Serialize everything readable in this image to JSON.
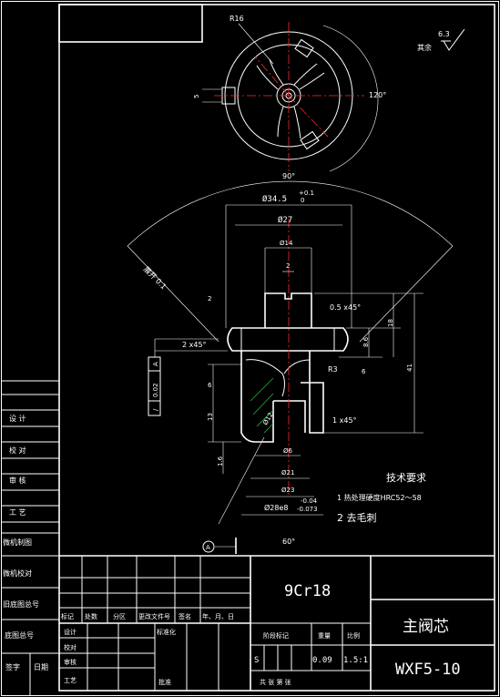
{
  "surface_roughness": {
    "value": "6.3",
    "prefix": "其余"
  },
  "top_view": {
    "radius_label": "R16",
    "dim_5": "5",
    "angle_label": "120°",
    "angle_90": "90°"
  },
  "section": {
    "dia_34": "Ø34.5",
    "dia_34_tol_up": "+0.1",
    "dia_34_tol_low": "0",
    "dia_27": "Ø27",
    "dia_14": "Ø14",
    "dim_2": "2",
    "dim_2b": "2",
    "chamfer_small": "0.5 x45°",
    "chamfer_2x45": "2 x45°",
    "dim_18": "18",
    "dim_86": "8.6",
    "dim_41": "41",
    "r3": "R3",
    "dim_6a": "6",
    "dim_6b": "6",
    "dim_13": "13",
    "chamfer_1x45": "1 x45°",
    "dia_12": "Ø12",
    "dia_6": "Ø6",
    "dia_21": "Ø21",
    "dia_23": "Ø23",
    "dia_28": "Ø28e8",
    "dia_28_tol_up": "-0.04",
    "dia_28_tol_low": "-0.073",
    "dim_16": "1.6",
    "angle_60": "60°",
    "rotated_label": "展开 0.1",
    "datum": "A",
    "tolerance_symbol": "/",
    "tolerance_value": "0.02",
    "tolerance_datum": "A"
  },
  "tech_req": {
    "title": "技术要求",
    "items": [
      "1  热处理硬度HRC52～58",
      "2  去毛刺"
    ]
  },
  "left_strip": [
    "设  计",
    "校  对",
    "审  核",
    "工  艺",
    "微机制图",
    "微机校对",
    "旧底图总号",
    "底图总号",
    "签字",
    "日期"
  ],
  "title_block": {
    "material": "9Cr18",
    "part_name": "主阀芯",
    "drawing_no": "WXF5-10",
    "col_headers": [
      "标记",
      "处数",
      "分区",
      "更改文件号",
      "签名",
      "年、月、日"
    ],
    "roles": [
      "设计",
      "校对",
      "审核",
      "工艺"
    ],
    "standardize": "标准化",
    "approve": "批准",
    "stage_label": "阶段标记",
    "weight_label": "重量",
    "scale_label": "比例",
    "stage_value": "S",
    "weight_value": "0.09",
    "scale_value": "1.5:1",
    "sheets_label": "共    张    第    张"
  }
}
